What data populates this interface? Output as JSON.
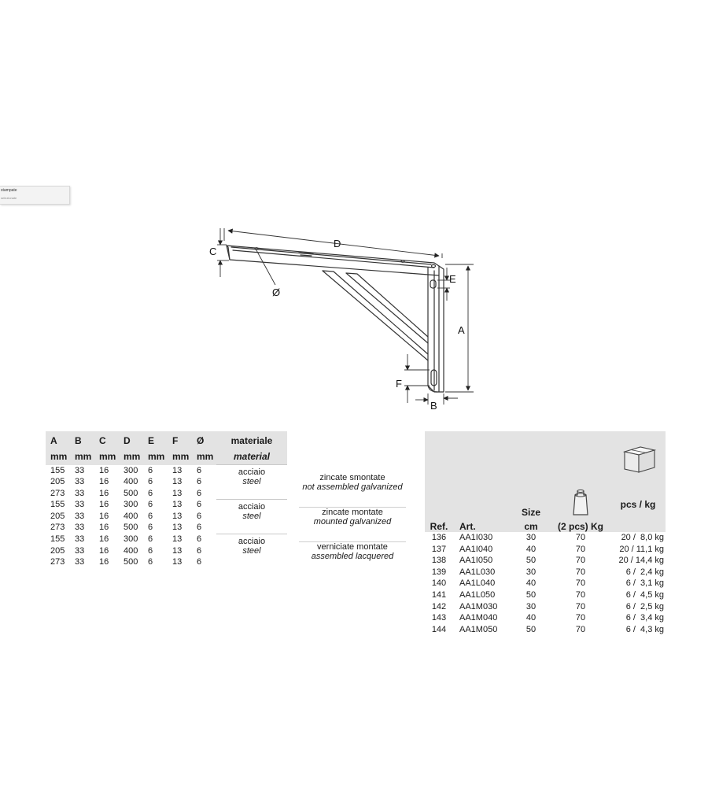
{
  "stray_tab": {
    "line1": "stampate",
    "line2": "selezionate"
  },
  "drawing_labels": {
    "C": "C",
    "D": "D",
    "diameter": "Ø",
    "E": "E",
    "A": "A",
    "F": "F",
    "B": "B"
  },
  "spec_table": {
    "headers": [
      "A",
      "B",
      "C",
      "D",
      "E",
      "F",
      "Ø"
    ],
    "units": [
      "mm",
      "mm",
      "mm",
      "mm",
      "mm",
      "mm",
      "mm"
    ],
    "material_header": "materiale",
    "material_header_en": "material",
    "groups": [
      {
        "material": "acciaio",
        "material_en": "steel",
        "finish": "zincate smontate",
        "finish_en": "not assembled galvanized",
        "rows": [
          [
            "155",
            "33",
            "16",
            "300",
            "6",
            "13",
            "6"
          ],
          [
            "205",
            "33",
            "16",
            "400",
            "6",
            "13",
            "6"
          ],
          [
            "273",
            "33",
            "16",
            "500",
            "6",
            "13",
            "6"
          ]
        ]
      },
      {
        "material": "acciaio",
        "material_en": "steel",
        "finish": "zincate montate",
        "finish_en": "mounted galvanized",
        "rows": [
          [
            "155",
            "33",
            "16",
            "300",
            "6",
            "13",
            "6"
          ],
          [
            "205",
            "33",
            "16",
            "400",
            "6",
            "13",
            "6"
          ],
          [
            "273",
            "33",
            "16",
            "500",
            "6",
            "13",
            "6"
          ]
        ]
      },
      {
        "material": "acciaio",
        "material_en": "steel",
        "finish": "verniciate montate",
        "finish_en": "assembled lacquered",
        "rows": [
          [
            "155",
            "33",
            "16",
            "300",
            "6",
            "13",
            "6"
          ],
          [
            "205",
            "33",
            "16",
            "400",
            "6",
            "13",
            "6"
          ],
          [
            "273",
            "33",
            "16",
            "500",
            "6",
            "13",
            "6"
          ]
        ]
      }
    ]
  },
  "ref_table": {
    "headers": {
      "ref": "Ref.",
      "art": "Art.",
      "size_top": "Size",
      "size_unit": "cm",
      "load": "(2 pcs) Kg",
      "pack": "pcs / kg"
    },
    "icons": {
      "load": "weight-icon",
      "pack": "box-icon"
    },
    "rows": [
      [
        "136",
        "AA1I030",
        "30",
        "70",
        "20 /  8,0 kg"
      ],
      [
        "137",
        "AA1I040",
        "40",
        "70",
        "20 / 11,1 kg"
      ],
      [
        "138",
        "AA1I050",
        "50",
        "70",
        "20 / 14,4 kg"
      ],
      [
        "139",
        "AA1L030",
        "30",
        "70",
        "6 /  2,4 kg"
      ],
      [
        "140",
        "AA1L040",
        "40",
        "70",
        "6 /  3,1 kg"
      ],
      [
        "141",
        "AA1L050",
        "50",
        "70",
        "6 /  4,5 kg"
      ],
      [
        "142",
        "AA1M030",
        "30",
        "70",
        "6 /  2,5 kg"
      ],
      [
        "143",
        "AA1M040",
        "40",
        "70",
        "6 /  3,4 kg"
      ],
      [
        "144",
        "AA1M050",
        "50",
        "70",
        "6 /  4,3 kg"
      ]
    ]
  },
  "colors": {
    "header_bg": "#e3e3e3",
    "divider": "#c9c9c9",
    "line": "#333333"
  }
}
